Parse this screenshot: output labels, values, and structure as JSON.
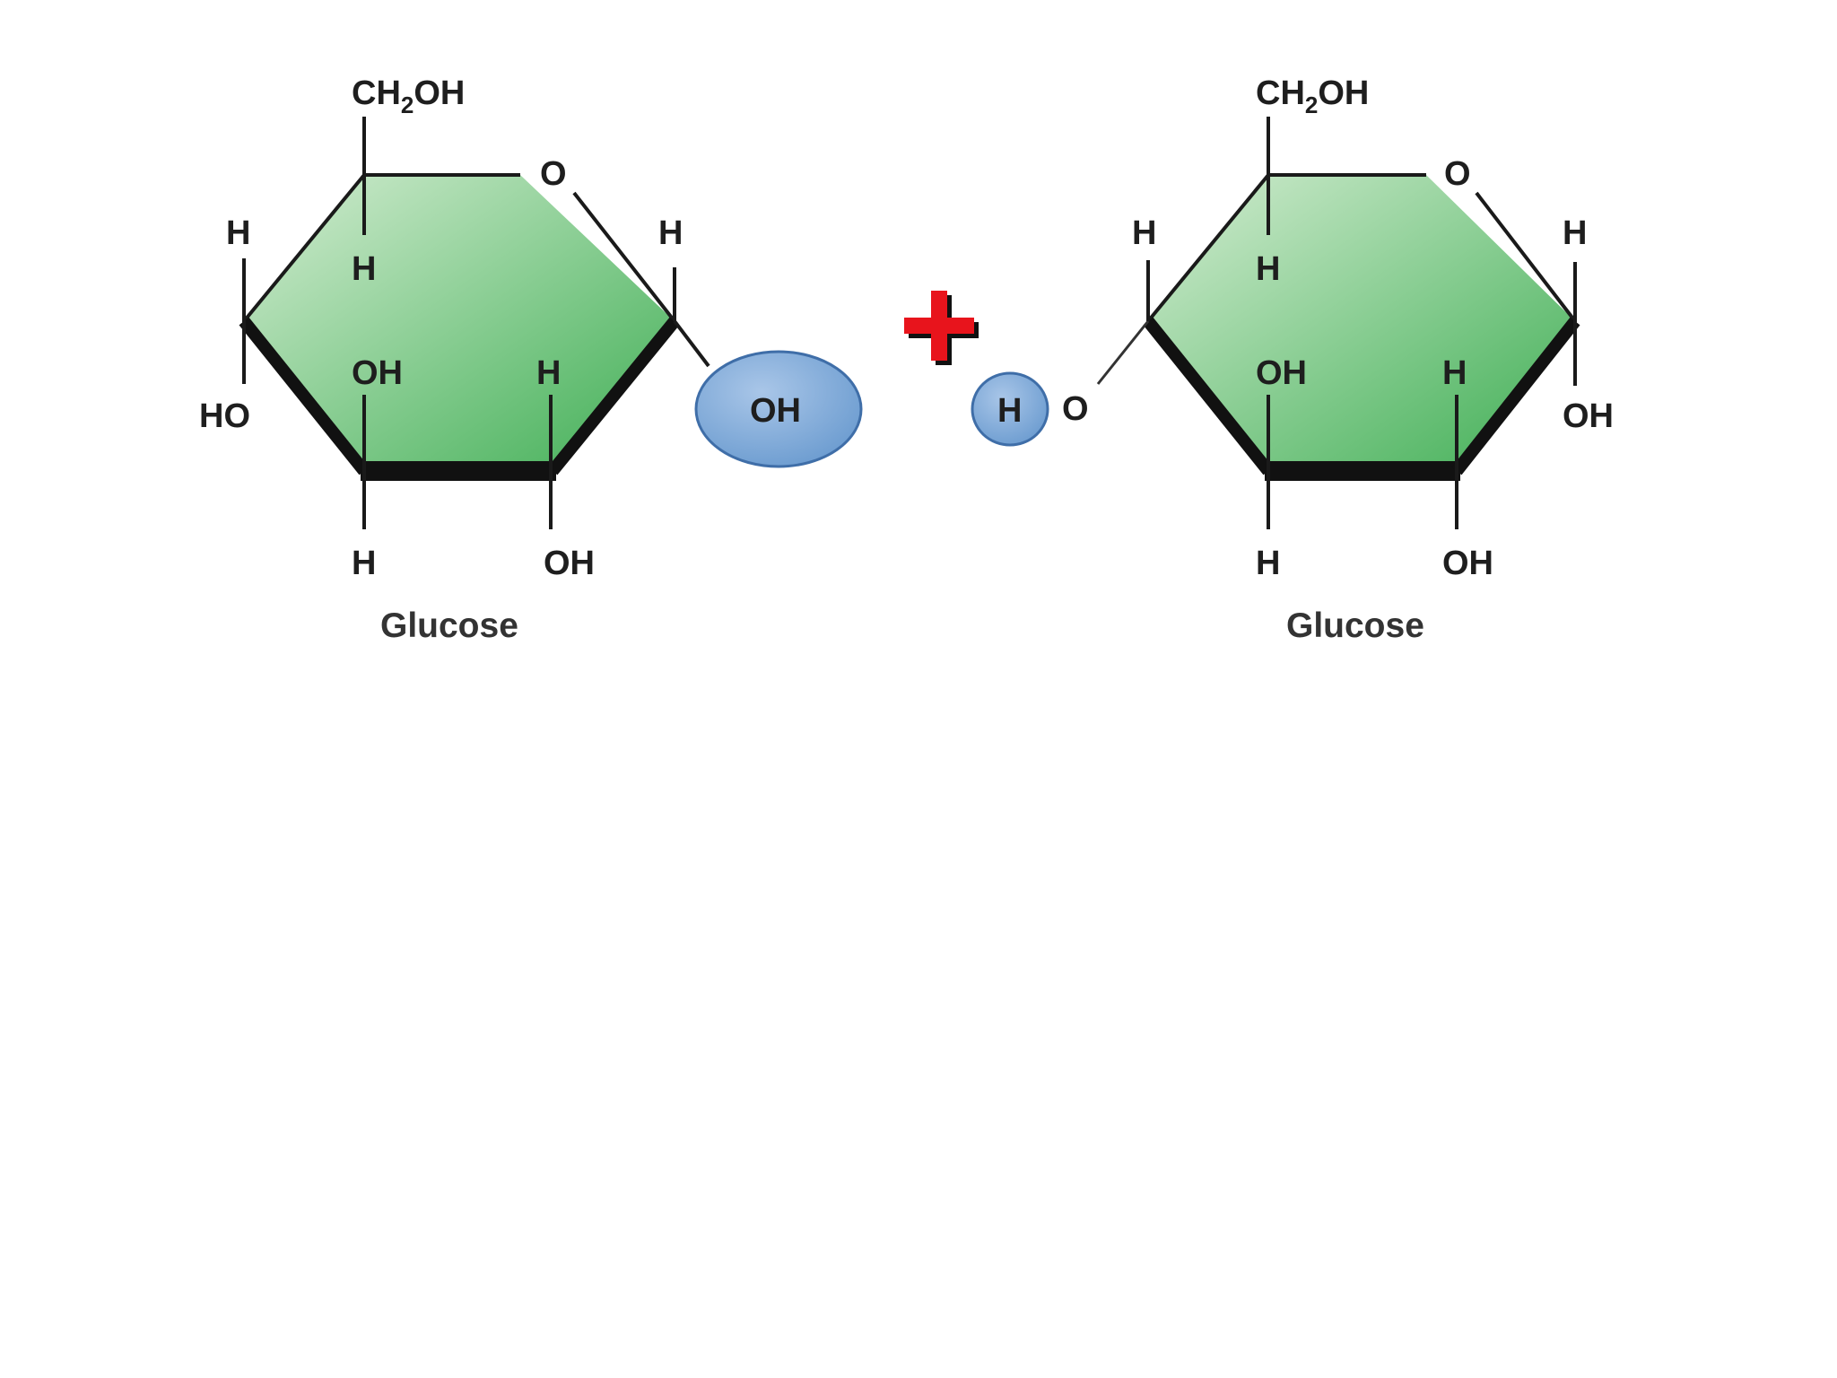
{
  "colors": {
    "ring_fill_light": "#d4edd2",
    "ring_fill_dark": "#3fae54",
    "group_fill": "#6c9cd0",
    "plus_sign": "#e8141c",
    "background": "#ffffff"
  },
  "glucose_left": {
    "ch2oh": "CH",
    "ch2oh_sub": "2",
    "ch2oh_tail": "OH",
    "ring_oxygen": "O",
    "h_left_top": "H",
    "h_inner_top": "H",
    "h_right_top": "H",
    "ho_left": "HO",
    "oh_inner": "OH",
    "h_inner_right": "H",
    "h_bottom": "H",
    "oh_bottom": "OH",
    "caption": "Glucose"
  },
  "hydroxyl_group": {
    "label": "OH"
  },
  "plus_sign": {
    "icon": "plus-icon"
  },
  "hydrogen_group": {
    "label": "H"
  },
  "glucose_right": {
    "link_oxygen": "O",
    "ch2oh": "CH",
    "ch2oh_sub": "2",
    "ch2oh_tail": "OH",
    "ring_oxygen": "O",
    "h_left_top": "H",
    "h_inner_top": "H",
    "h_right_top": "H",
    "oh_inner": "OH",
    "h_inner_right": "H",
    "oh_right": "OH",
    "h_bottom": "H",
    "oh_bottom": "OH",
    "caption": "Glucose"
  }
}
